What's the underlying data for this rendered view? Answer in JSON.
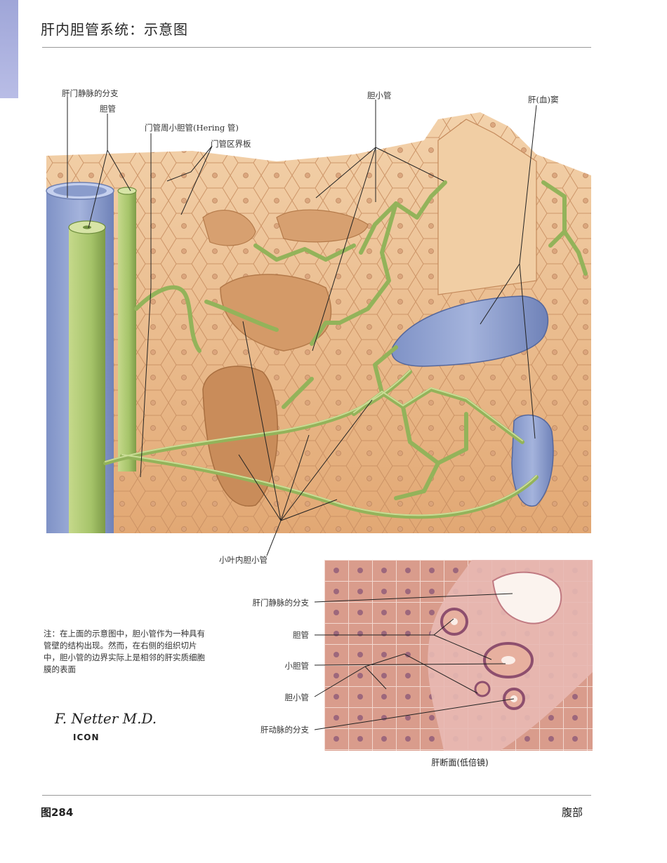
{
  "page": {
    "title": "肝内胆管系统：示意图",
    "figure_number": "图284",
    "section": "腹部"
  },
  "illustration": {
    "labels": {
      "portal_vein_branch": "肝门静脉的分支",
      "bile_duct": "胆管",
      "hering_canal": "门管周小胆管(Hering 管)",
      "limiting_plate": "门管区界板",
      "bile_canaliculi": "胆小管",
      "sinusoid": "肝(血)窦",
      "intralobular_canaliculi": "小叶内胆小管"
    }
  },
  "micrograph": {
    "caption": "肝断面(低倍镜)",
    "labels": {
      "portal_vein_branch": "肝门静脉的分支",
      "bile_duct": "胆管",
      "ductule": "小胆管",
      "canaliculus": "胆小管",
      "hepatic_artery_branch": "肝动脉的分支"
    }
  },
  "note": "注：在上面的示意图中，胆小管作为一种具有管壁的结构出现。然而，在右侧的组织切片中，胆小管的边界实际上是相邻的肝实质细胞膜的表面",
  "signature": {
    "name": "F. Netter M.D.",
    "logo": "ICON"
  },
  "colors": {
    "tissue": "#e8b78a",
    "tissue_light": "#f4d3ae",
    "tissue_dark": "#c98e5f",
    "bile_green": "#a6c46a",
    "bile_green_dark": "#6f8e3e",
    "vein_blue": "#8ea0cf",
    "vein_blue_dark": "#6a7cb0",
    "micro_pink": "#d89a8a",
    "side_tab": "#a9aedd"
  }
}
